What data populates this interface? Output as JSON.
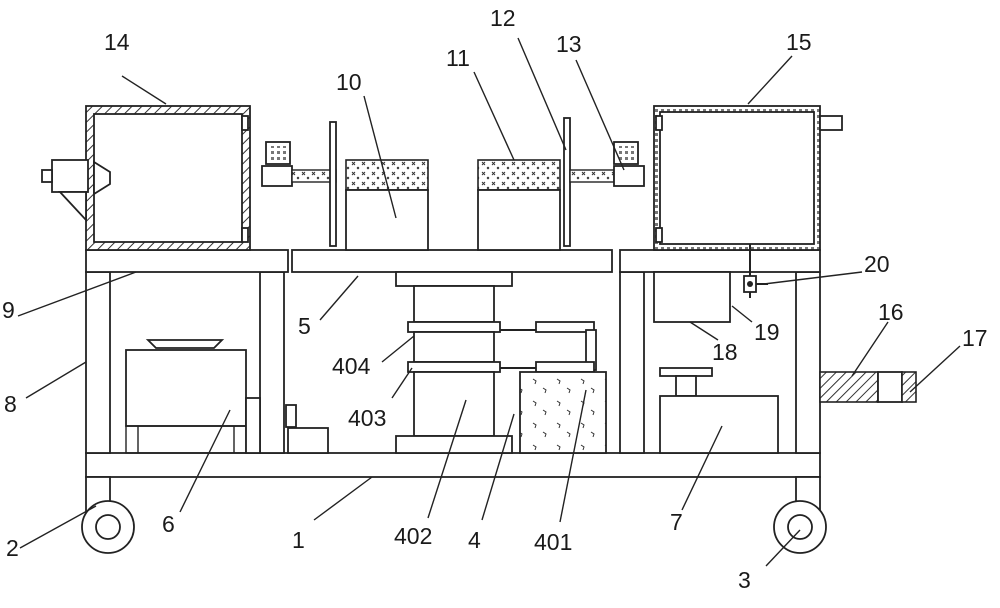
{
  "labels": {
    "l1": "1",
    "l2": "2",
    "l3": "3",
    "l4": "4",
    "l401": "401",
    "l402": "402",
    "l403": "403",
    "l404": "404",
    "l5": "5",
    "l6": "6",
    "l7": "7",
    "l8": "8",
    "l9": "9",
    "l10": "10",
    "l11": "11",
    "l12": "12",
    "l13": "13",
    "l14": "14",
    "l15": "15",
    "l16": "16",
    "l17": "17",
    "l18": "18",
    "l19": "19",
    "l20": "20"
  }
}
